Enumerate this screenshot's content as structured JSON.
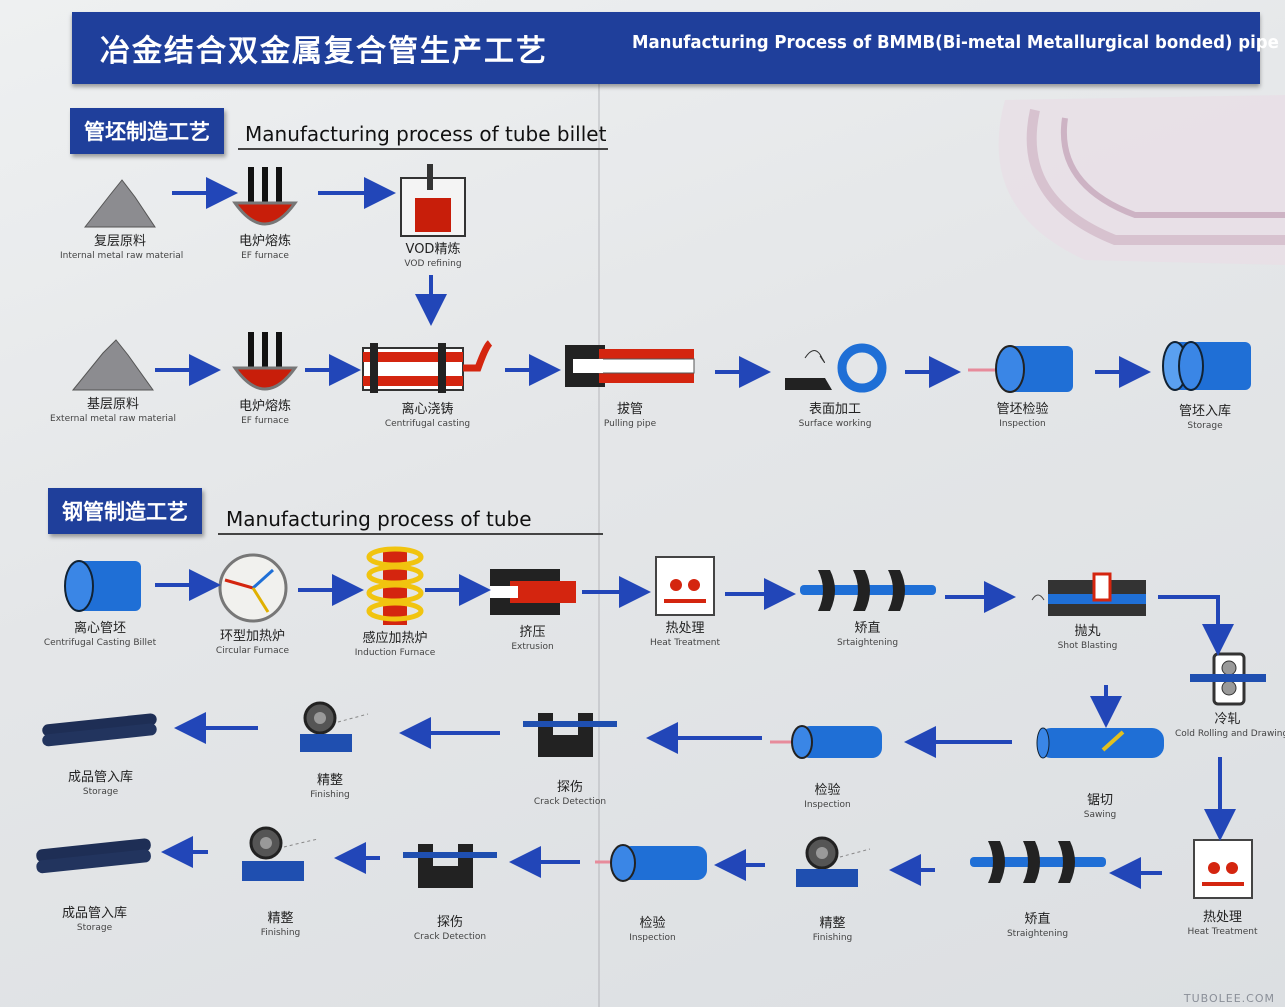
{
  "header": {
    "title_cn": "冶金结合双金属复合管生产工艺",
    "title_en": "Manufacturing Process of BMMB(Bi-metal Metallurgical bonded) pipe"
  },
  "billet_section": {
    "label_cn": "管坯制造工艺",
    "label_en": "Manufacturing process of tube billet",
    "steps": [
      {
        "cn": "复层原料",
        "en": "Internal metal raw material"
      },
      {
        "cn": "电炉熔炼",
        "en": "EF furnace"
      },
      {
        "cn": "VOD精炼",
        "en": "VOD refining"
      },
      {
        "cn": "基层原料",
        "en": "External metal raw material"
      },
      {
        "cn": "电炉熔炼",
        "en": "EF furnace"
      },
      {
        "cn": "离心浇铸",
        "en": "Centrifugal casting"
      },
      {
        "cn": "拔管",
        "en": "Pulling pipe"
      },
      {
        "cn": "表面加工",
        "en": "Surface working"
      },
      {
        "cn": "管坯检验",
        "en": "Inspection"
      },
      {
        "cn": "管坯入库",
        "en": "Storage"
      }
    ]
  },
  "tube_section": {
    "label_cn": "钢管制造工艺",
    "label_en": "Manufacturing process of tube",
    "steps": [
      {
        "cn": "离心管坯",
        "en": "Centrifugal Casting Billet"
      },
      {
        "cn": "环型加热炉",
        "en": "Circular Furnace"
      },
      {
        "cn": "感应加热炉",
        "en": "Induction Furnace"
      },
      {
        "cn": "挤压",
        "en": "Extrusion"
      },
      {
        "cn": "热处理",
        "en": "Heat Treatment"
      },
      {
        "cn": "矫直",
        "en": "Srtaightening"
      },
      {
        "cn": "抛丸",
        "en": "Shot Blasting"
      },
      {
        "cn": "冷轧",
        "en": "Cold Rolling and Drawing"
      },
      {
        "cn": "锯切",
        "en": "Sawing"
      },
      {
        "cn": "检验",
        "en": "Inspection"
      },
      {
        "cn": "探伤",
        "en": "Crack Detection"
      },
      {
        "cn": "精整",
        "en": "Finishing"
      },
      {
        "cn": "成品管入库",
        "en": "Storage"
      },
      {
        "cn": "热处理",
        "en": "Heat Treatment"
      },
      {
        "cn": "矫直",
        "en": "Straightening"
      },
      {
        "cn": "精整",
        "en": "Finishing"
      },
      {
        "cn": "检验",
        "en": "Inspection"
      },
      {
        "cn": "探伤",
        "en": "Crack Detection"
      },
      {
        "cn": "精整",
        "en": "Finishing"
      },
      {
        "cn": "成品管入库",
        "en": "Storage"
      }
    ]
  },
  "watermark": "TUBOLEE.COM",
  "colors": {
    "banner": "#1f3f9b",
    "arrow": "#2246b8",
    "pipe": "#1f6fd6",
    "heat": "#d4250f"
  }
}
